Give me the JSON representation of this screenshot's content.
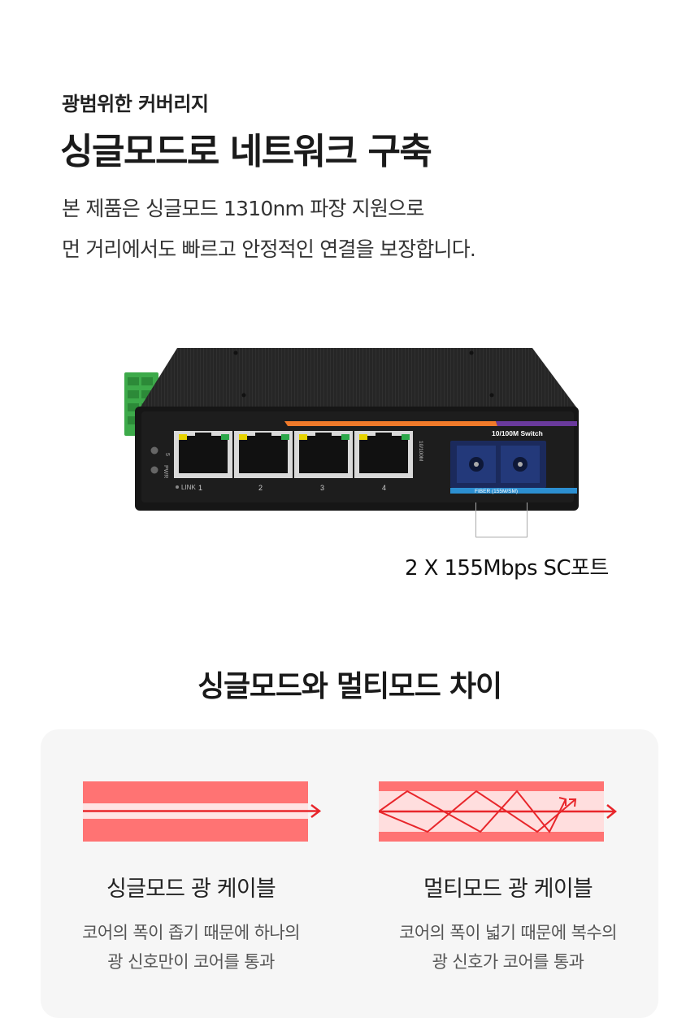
{
  "intro": {
    "eyebrow": "광범위한 커버리지",
    "headline": "싱글모드로 네트워크 구축",
    "desc_line1": "본 제품은 싱글모드 1310nm 파장 지원으로",
    "desc_line2": "먼 거리에서도 빠르고 안정적인 연결을 보장합니다."
  },
  "device": {
    "switch_label": "10/100M Switch",
    "speed_label": "10/100M",
    "led_labels": [
      "5",
      "PWR"
    ],
    "link_label": "LINK",
    "port_numbers": [
      "1",
      "2",
      "3",
      "4"
    ],
    "fiber_label": "FIBER (155M/SM)",
    "colors": {
      "body": "#1c1c1c",
      "accent_orange": "#f07a2a",
      "accent_purple": "#6a3a9c",
      "accent_blue": "#2c8fd1",
      "terminal_green": "#3daa4a"
    }
  },
  "port_callout": "2 X 155Mbps SC포트",
  "comparison": {
    "title": "싱글모드와 멀티모드 차이",
    "colors": {
      "core": "#ff7373",
      "multimode_core": "#ffdede",
      "signal": "#e8262b"
    },
    "single": {
      "title": "싱글모드 광 케이블",
      "desc_line1": "코어의 폭이 좁기 때문에 하나의",
      "desc_line2": "광 신호만이 코어를 통과"
    },
    "multi": {
      "title": "멀티모드 광 케이블",
      "desc_line1": "코어의 폭이 넓기 때문에 복수의",
      "desc_line2": "광 신호가 코어를 통과"
    }
  }
}
